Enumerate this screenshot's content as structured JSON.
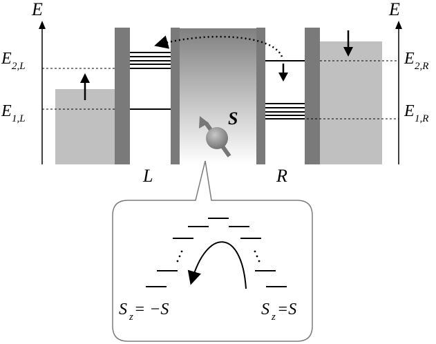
{
  "axes": {
    "left_axis_label": "E",
    "right_axis_label": "E"
  },
  "energy_labels": {
    "e2_left": {
      "main": "E",
      "sub": "2,L"
    },
    "e1_left": {
      "main": "E",
      "sub": "1,L"
    },
    "e2_right": {
      "main": "E",
      "sub": "2,R"
    },
    "e1_right": {
      "main": "E",
      "sub": "1,R"
    }
  },
  "region_labels": {
    "left": "L",
    "right": "R",
    "spin": "S"
  },
  "inset": {
    "sz_left": {
      "main": "S",
      "sub": "z",
      "rest": "= −S"
    },
    "sz_right": {
      "main": "S",
      "sub": "z",
      "rest": "=S"
    }
  },
  "colors": {
    "lead_fill": "#c0c0c0",
    "barrier_fill": "#7a7a7a",
    "island_top": "#808080",
    "island_bottom": "#ffffff",
    "spin_ball": "#8c8c8c",
    "line": "#000000"
  },
  "icons": {
    "left_spin": "arrow-up-icon",
    "right_spin": "arrow-down-icon",
    "electron_hop": "dotted-curved-arrow-icon",
    "spin_moment": "spin-arrow-icon",
    "tunnel_path": "curved-arrow-icon"
  }
}
